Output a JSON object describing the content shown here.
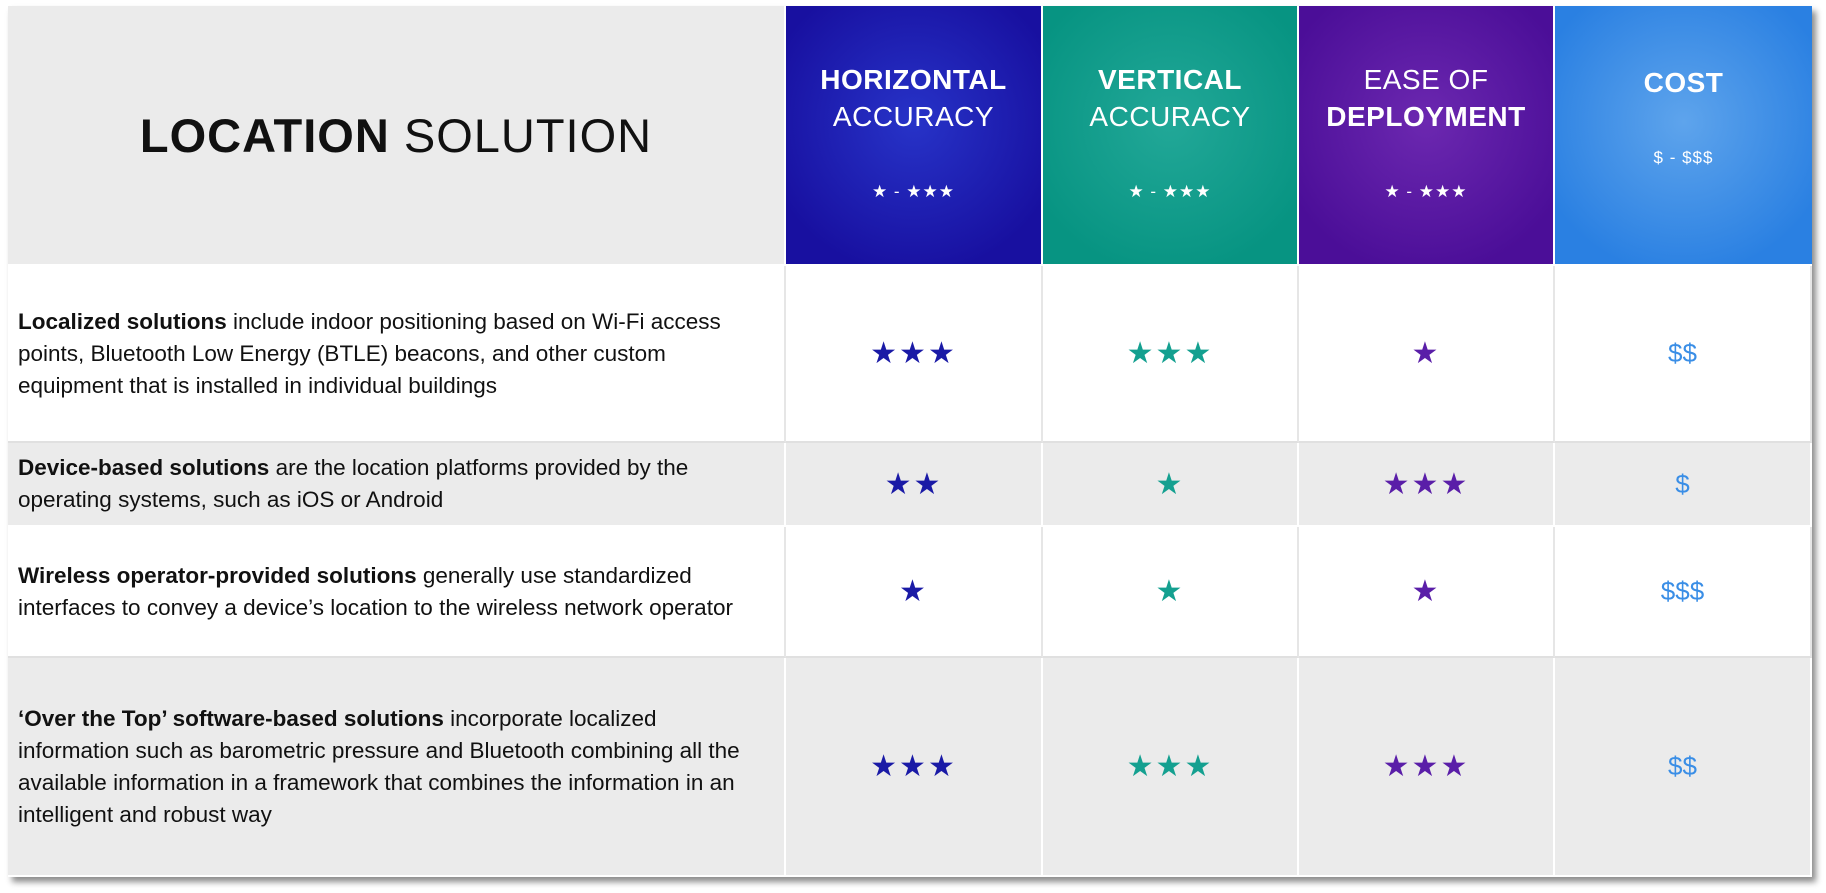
{
  "header": {
    "title_bold": "LOCATION",
    "title_regular": "SOLUTION",
    "columns": [
      {
        "line1": "HORIZONTAL",
        "line2": "ACCURACY",
        "range": "★ - ★★★",
        "color": "#1a1aa6"
      },
      {
        "line1": "VERTICAL",
        "line2": "ACCURACY",
        "range": "★ - ★★★",
        "color": "#14a090"
      },
      {
        "line1": "EASE OF",
        "line2": "DEPLOYMENT",
        "range": "★ - ★★★",
        "color": "#5a1ea8"
      },
      {
        "line1": "COST",
        "line2": "",
        "range": "$ - $$$",
        "color": "#3a8ee6"
      }
    ]
  },
  "rows": [
    {
      "bold": "Localized solutions",
      "text": " include indoor positioning based on Wi-Fi access points, Bluetooth Low Energy (BTLE) beacons, and other custom equipment that is installed in individual buildings",
      "horizontal": "★★★",
      "vertical": "★★★",
      "ease": "★",
      "cost": "$$"
    },
    {
      "bold": "Device-based solutions",
      "text": " are the location platforms provided by the operating systems, such as iOS or Android",
      "horizontal": "★★",
      "vertical": "★",
      "ease": "★★★",
      "cost": "$"
    },
    {
      "bold": "Wireless operator-provided solutions",
      "text": " generally use standardized interfaces to convey a device’s location to the wireless network operator",
      "horizontal": "★",
      "vertical": "★",
      "ease": "★",
      "cost": "$$$"
    },
    {
      "bold": "‘Over the Top’ software-based solutions",
      "text": " incorporate localized information such as barometric pressure and Bluetooth combining all the available information in a framework that combines the information in an intelligent and robust way",
      "horizontal": "★★★",
      "vertical": "★★★",
      "ease": "★★★",
      "cost": "$$"
    }
  ]
}
